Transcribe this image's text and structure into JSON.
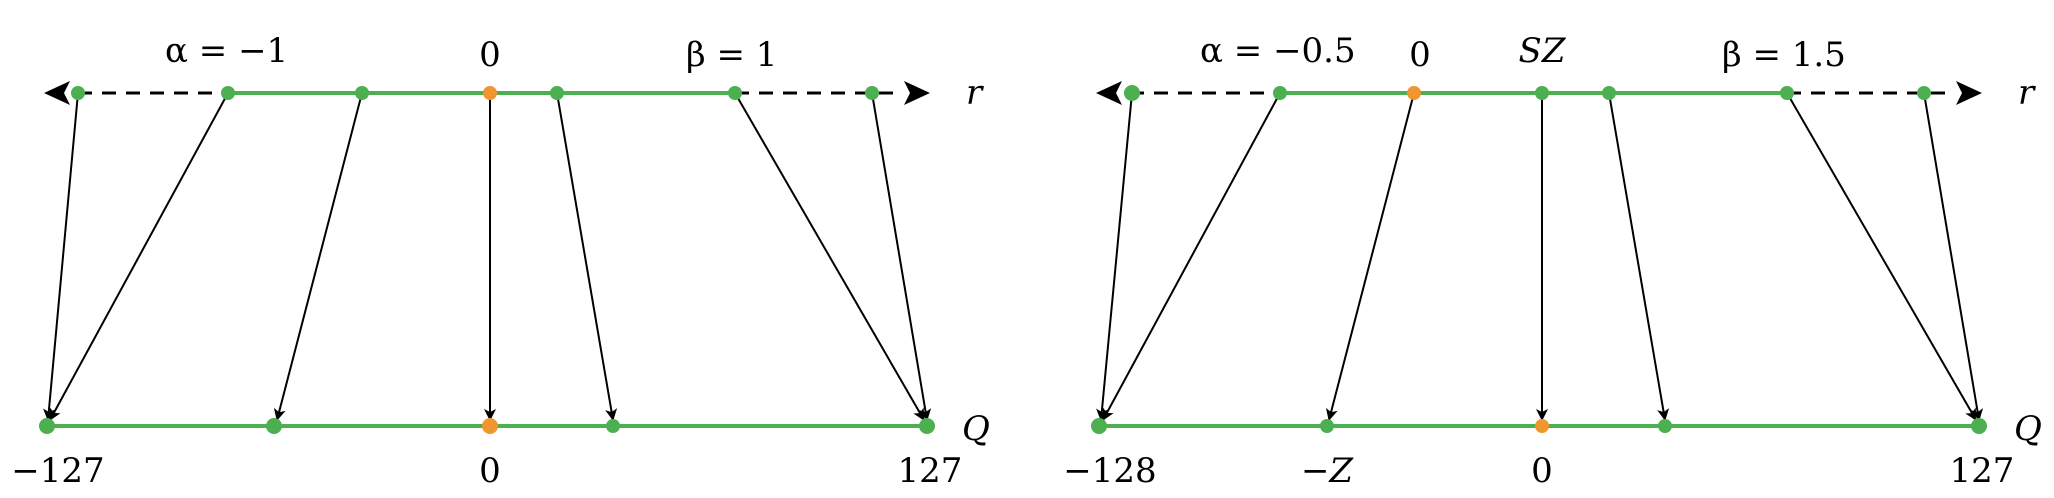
{
  "colors": {
    "green": "#4CAF50",
    "orange": "#F0962E",
    "arrow": "#000000"
  },
  "left": {
    "alpha_label": "α = −1",
    "zero_top_label": "0",
    "beta_label": "β = 1",
    "axis_r_label": "r",
    "axis_q_label": "Q",
    "q_min_label": "−127",
    "q_zero_label": "0",
    "q_max_label": "127"
  },
  "right": {
    "alpha_label": "α = −0.5",
    "zero_top_label": "0",
    "sz_label": "SZ",
    "beta_label": "β = 1.5",
    "axis_r_label": "r",
    "axis_q_label": "Q",
    "q_min_label": "−128",
    "q_negz_label": "−Z",
    "q_zero_label": "0",
    "q_max_label": "127"
  }
}
